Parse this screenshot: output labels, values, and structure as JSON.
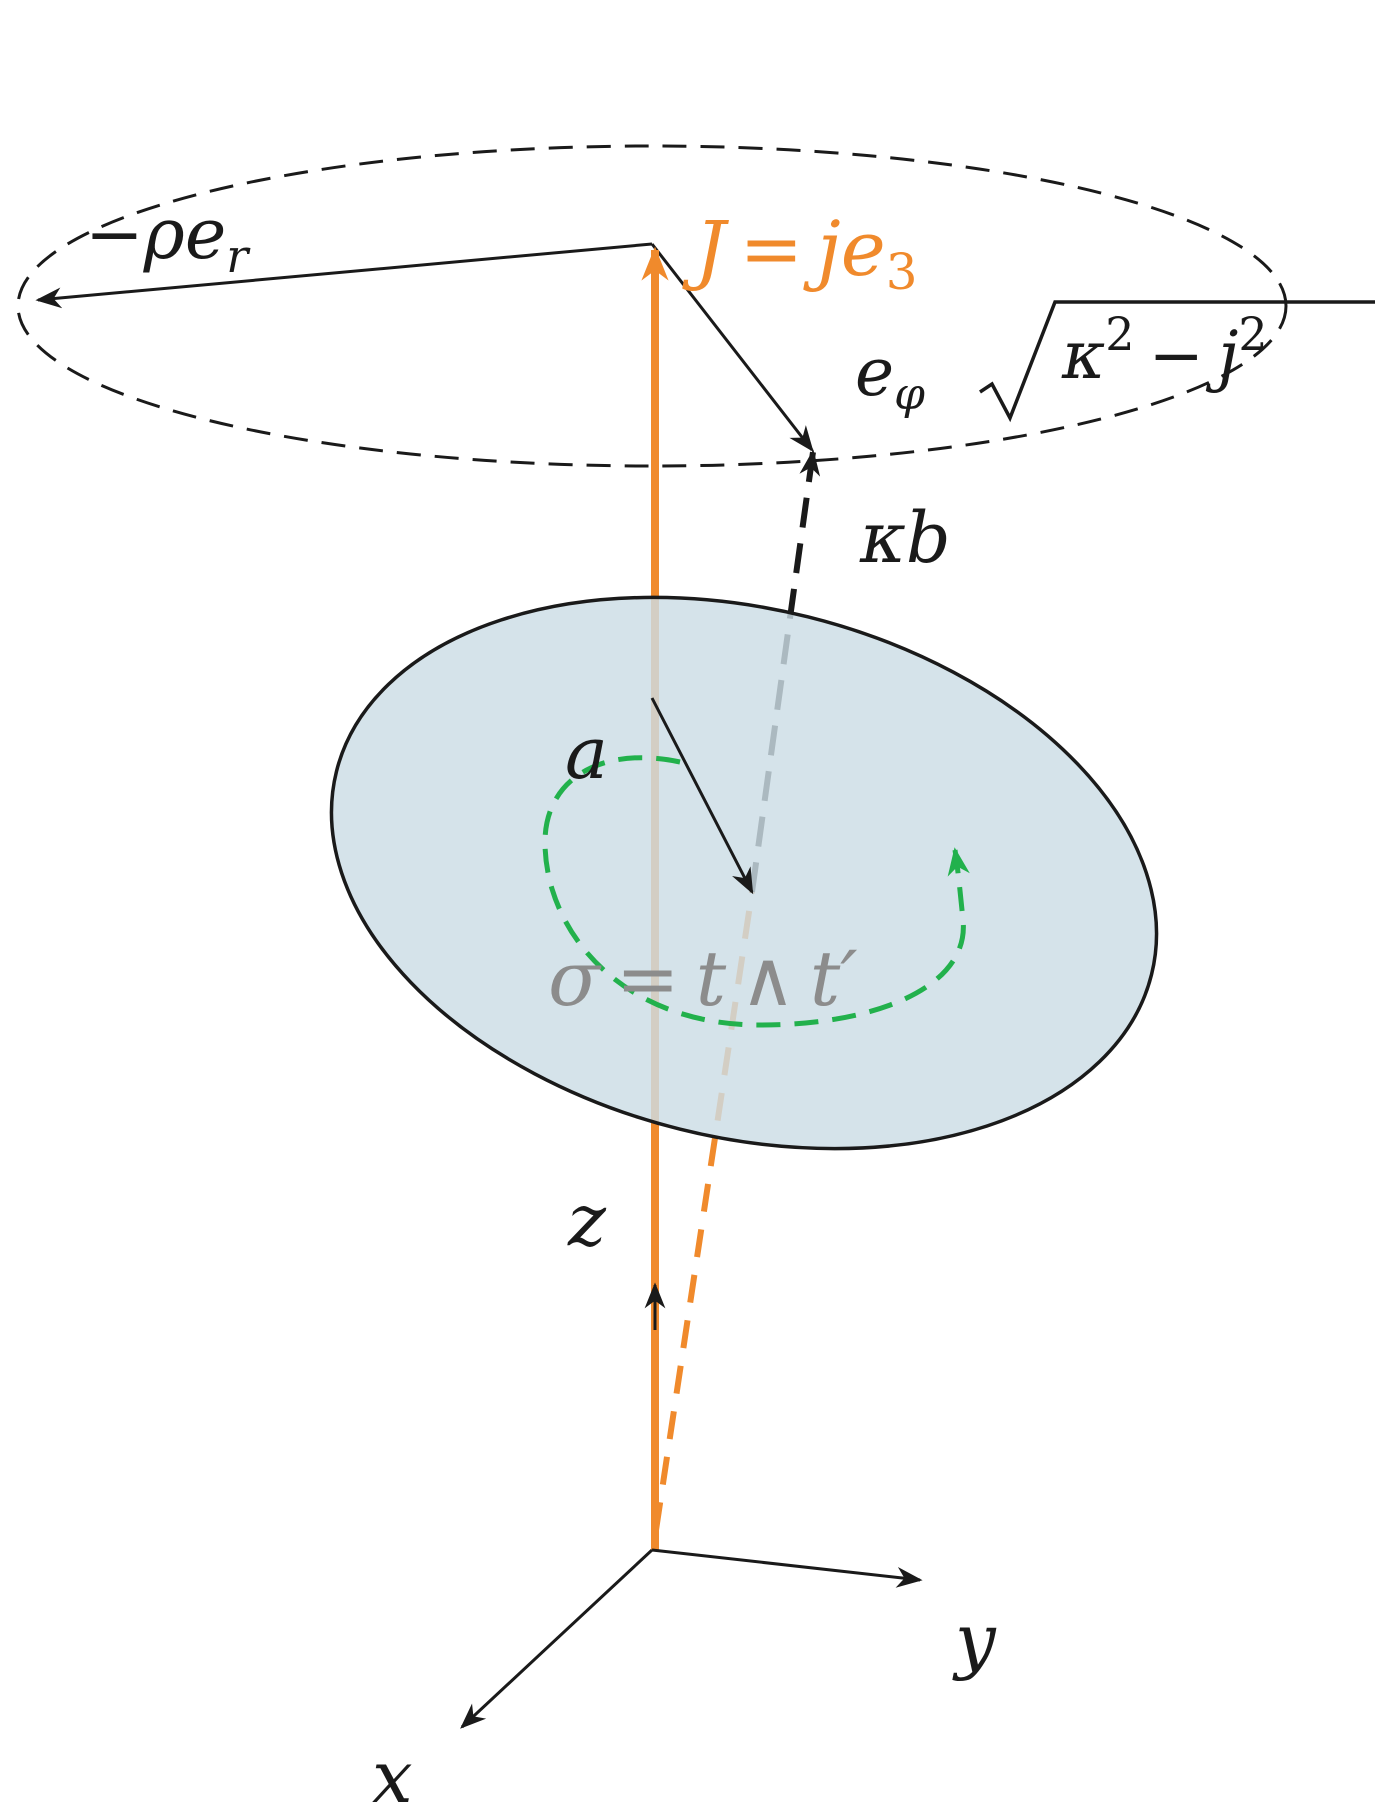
{
  "colors": {
    "ink": "#1a1a1a",
    "current": "#f08a2c",
    "disk_fill": "#ccdde5",
    "loop": "#22b14c",
    "sigma_label": "#8c8c8c"
  },
  "labels": {
    "neg_rho_er": {
      "minus": "−",
      "rho": "ρ",
      "e": "e",
      "sub": "r"
    },
    "current": {
      "J": "J",
      "eq": "=",
      "j": "j",
      "e": "e",
      "sub": "3"
    },
    "e_phi": {
      "e": "e",
      "sub": "φ",
      "radicand_kappa": "κ",
      "sup1": "2",
      "minus": "−",
      "radicand_j": "j",
      "sup2": "2"
    },
    "kappa_b": "κb",
    "a": "a",
    "sigma": {
      "lhs": "σ",
      "eq": "=",
      "t": "t",
      "wedge": "∧",
      "tprime": "t′"
    },
    "axis_z": "z",
    "axis_x": "x",
    "axis_y": "y"
  },
  "icons": {
    "arrowhead": "arrowhead-icon"
  }
}
